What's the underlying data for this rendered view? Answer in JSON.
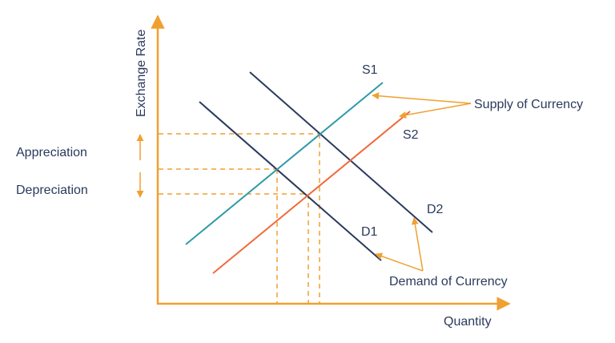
{
  "axes": {
    "y_label": "Exchange Rate",
    "x_label": "Quantity"
  },
  "side_labels": {
    "appreciation": "Appreciation",
    "depreciation": "Depreciation"
  },
  "curves": {
    "s1": "S1",
    "s2": "S2",
    "d1": "D1",
    "d2": "D2"
  },
  "annotations": {
    "supply": "Supply of Currency",
    "demand": "Demand of Currency"
  },
  "colors": {
    "axis": "#f0a030",
    "s1": "#2f9aa8",
    "s2": "#f06a3a",
    "demand": "#2b3a5c",
    "text": "#2b3a5c"
  }
}
